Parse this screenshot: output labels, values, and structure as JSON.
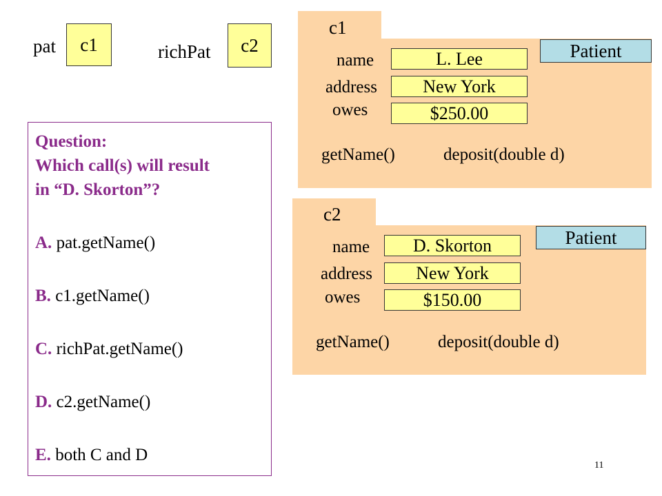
{
  "variables": [
    {
      "name": "pat",
      "value": "c1"
    },
    {
      "name": "richPat",
      "value": "c2"
    }
  ],
  "objects": [
    {
      "id": "c1",
      "class_name": "Patient",
      "fields": [
        {
          "label": "name",
          "value": "L. Lee"
        },
        {
          "label": "address",
          "value": "New York"
        },
        {
          "label": "owes",
          "value": "$250.00"
        }
      ],
      "methods": [
        "getName()",
        "deposit(double d)"
      ]
    },
    {
      "id": "c2",
      "class_name": "Patient",
      "fields": [
        {
          "label": "name",
          "value": "D. Skorton"
        },
        {
          "label": "address",
          "value": "New York"
        },
        {
          "label": "owes",
          "value": "$150.00"
        }
      ],
      "methods": [
        "getName()",
        "deposit(double d)"
      ]
    }
  ],
  "question": {
    "title": "Question:",
    "prompt_line1": "Which call(s) will result",
    "prompt_line2": "in “D. Skorton”?",
    "options": [
      {
        "letter": "A.",
        "text": "pat.getName()"
      },
      {
        "letter": "B.",
        "text": "c1.getName()"
      },
      {
        "letter": "C.",
        "text": "richPat.getName()"
      },
      {
        "letter": "D.",
        "text": "c2.getName()"
      },
      {
        "letter": "E.",
        "text": "both C and D"
      }
    ]
  },
  "page_number": "11",
  "colors": {
    "object_fill": "#fdd5a6",
    "field_fill": "#ffff99",
    "class_fill": "#b3dde6",
    "question_accent": "#8a2a8a"
  }
}
